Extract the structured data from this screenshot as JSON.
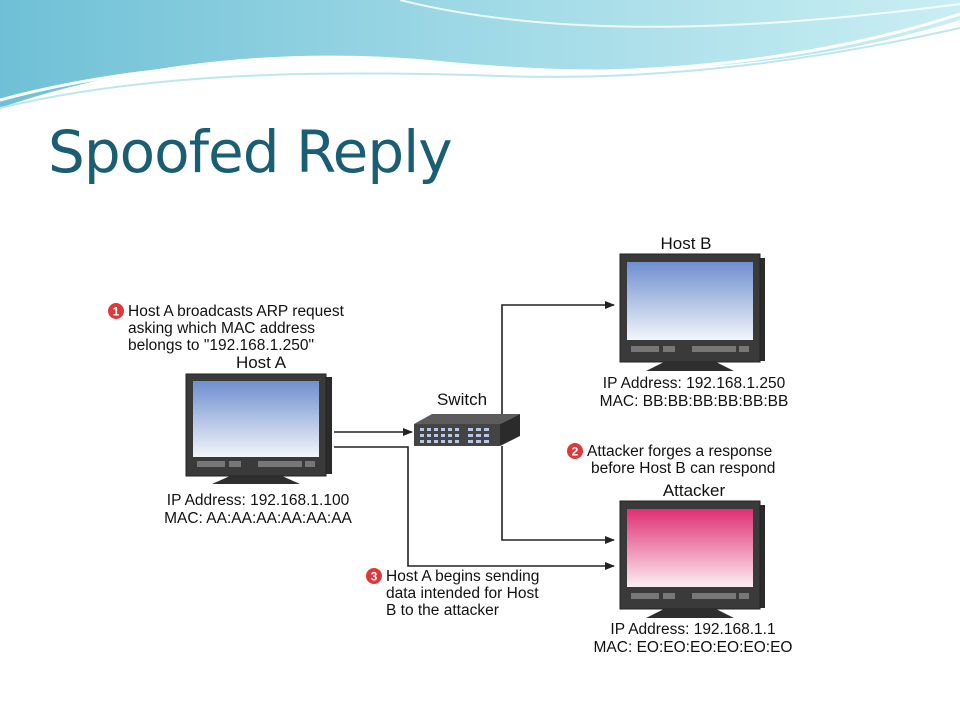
{
  "title": "Spoofed Reply",
  "colors": {
    "title": "#1a5e74",
    "wave": "#7ec8da",
    "badge": "#e0383a",
    "screen_normal": "#8fa9d6",
    "screen_attacker": "#e0447f"
  },
  "callouts": {
    "step1": {
      "number": "1",
      "lines": [
        "Host A broadcasts ARP request",
        "asking which MAC address",
        "belongs to \"192.168.1.250\""
      ]
    },
    "step2": {
      "number": "2",
      "lines": [
        "Attacker forges a response",
        "before Host B can respond"
      ]
    },
    "step3": {
      "number": "3",
      "lines": [
        "Host A begins sending",
        "data intended for Host",
        "B to the attacker"
      ]
    }
  },
  "hosts": {
    "host_a": {
      "name": "Host A",
      "ip": "IP Address: 192.168.1.100",
      "mac": "MAC: AA:AA:AA:AA:AA:AA"
    },
    "host_b": {
      "name": "Host B",
      "ip": "IP Address: 192.168.1.250",
      "mac": "MAC: BB:BB:BB:BB:BB:BB"
    },
    "attacker": {
      "name": "Attacker",
      "ip": "IP Address: 192.168.1.1",
      "mac": "MAC: EO:EO:EO:EO:EO:EO"
    }
  },
  "switch": {
    "name": "Switch"
  }
}
